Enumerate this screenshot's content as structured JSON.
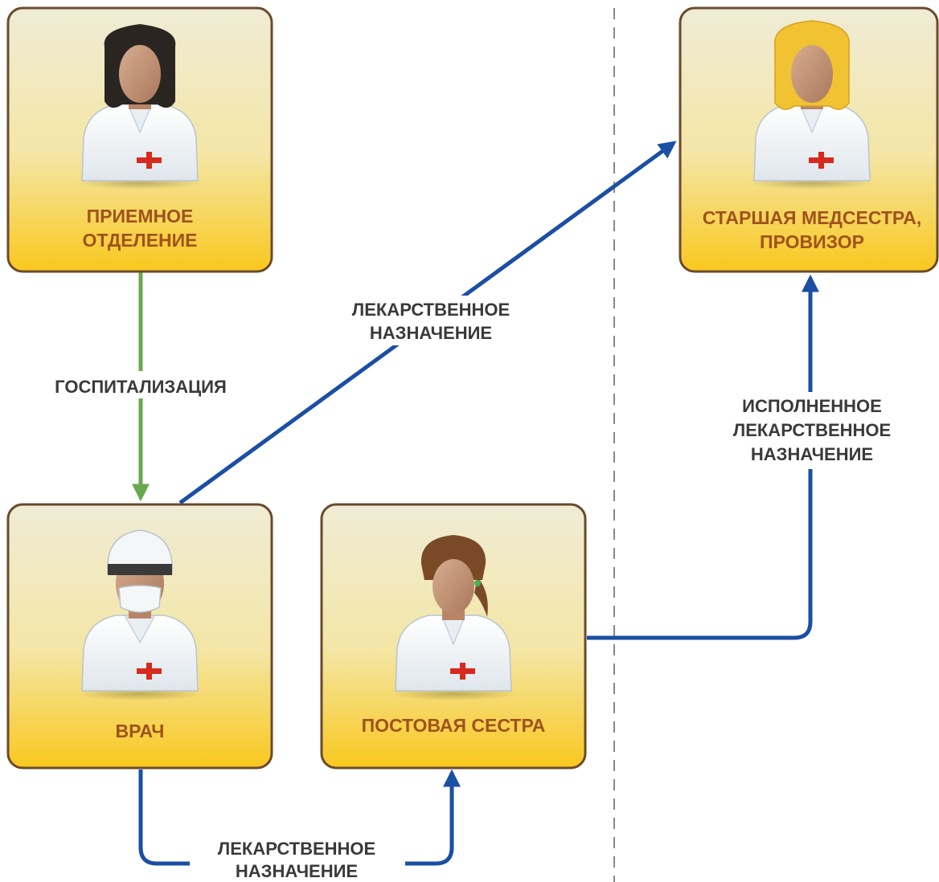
{
  "roles": {
    "reception": {
      "label_lines": [
        "ПРИЕМНОЕ",
        "ОТДЕЛЕНИЕ"
      ],
      "avatar": "receptionist-female-icon"
    },
    "head_nurse": {
      "label_lines": [
        "СТАРШАЯ МЕДСЕСТРА,",
        "ПРОВИЗОР"
      ],
      "avatar": "head-nurse-blonde-icon"
    },
    "doctor": {
      "label_lines": [
        "ВРАЧ"
      ],
      "avatar": "doctor-masked-icon"
    },
    "ward_nurse": {
      "label_lines": [
        "ПОСТОВАЯ СЕСТРА"
      ],
      "avatar": "ward-nurse-icon"
    }
  },
  "edges": {
    "hospitalization": {
      "label_lines": [
        "ГОСПИТАЛИЗАЦИЯ"
      ],
      "from": "reception",
      "to": "doctor",
      "color": "#6aa84f"
    },
    "prescription_to_head": {
      "label_lines": [
        "ЛЕКАРСТВЕННОЕ",
        "НАЗНАЧЕНИЕ"
      ],
      "from": "doctor",
      "to": "head_nurse",
      "color": "#1a4fa3"
    },
    "prescription_to_ward": {
      "label_lines": [
        "ЛЕКАРСТВЕННОЕ",
        "НАЗНАЧЕНИЕ"
      ],
      "from": "doctor",
      "to": "ward_nurse",
      "color": "#1a4fa3"
    },
    "executed_prescription": {
      "label_lines": [
        "ИСПОЛНЕННОЕ",
        "ЛЕКАРСТВЕННОЕ",
        "НАЗНАЧЕНИЕ"
      ],
      "from": "ward_nurse",
      "to": "head_nurse",
      "color": "#1a4fa3"
    }
  },
  "colors": {
    "card_top": "#efecd6",
    "card_bottom": "#f9c81e",
    "card_border": "#6b4a2c",
    "label_text": "#a0521c",
    "green_arrow": "#6aa84f",
    "blue_arrow": "#1a4fa3",
    "divider": "#888888"
  }
}
